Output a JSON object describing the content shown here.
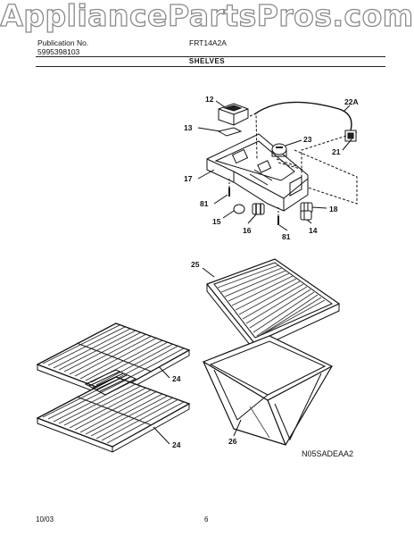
{
  "watermark": "AppliancePartsPros.com",
  "header": {
    "pub_label": "Publication No.",
    "pub_number": "5995398103",
    "model": "FRT14A2A",
    "section": "SHELVES"
  },
  "callouts": [
    "12",
    "22A",
    "13",
    "23",
    "21",
    "17",
    "81",
    "18",
    "15",
    "16",
    "81",
    "14",
    "25",
    "24",
    "24",
    "26"
  ],
  "diagram_code": "N05SADEAA2",
  "footer": {
    "date": "10/03",
    "page": "6"
  }
}
